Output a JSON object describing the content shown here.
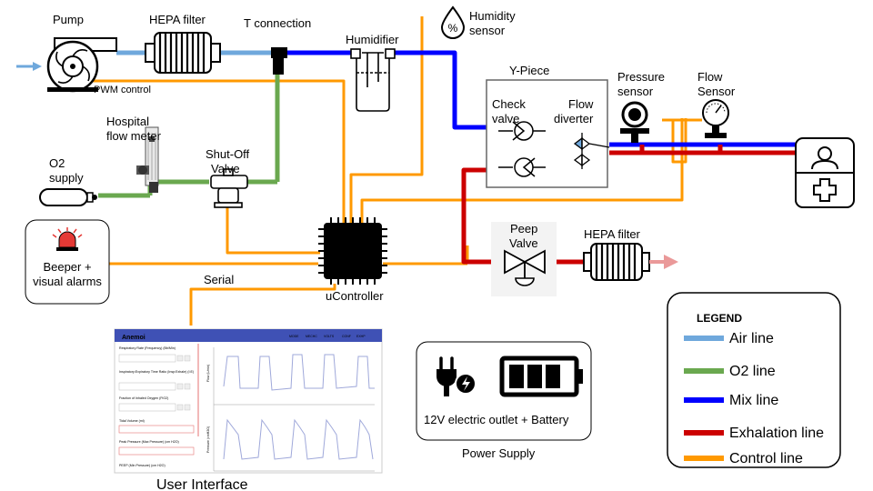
{
  "components": {
    "pump": "Pump",
    "pwm_control": "PWM control",
    "hepa_filter_in": "HEPA filter",
    "t_connection": "T connection",
    "humidifier": "Humidifier",
    "humidity_sensor": [
      "Humidity",
      "sensor"
    ],
    "y_piece": "Y-Piece",
    "check_valve": [
      "Check",
      "valve"
    ],
    "flow_diverter": [
      "Flow",
      "diverter"
    ],
    "pressure_sensor": [
      "Pressure",
      "sensor"
    ],
    "flow_sensor": [
      "Flow",
      "Sensor"
    ],
    "hospital_flow_meter": [
      "Hospital",
      "flow meter"
    ],
    "o2_supply": [
      "O2",
      "supply"
    ],
    "shutoff_valve": [
      "Shut-Off",
      "Valve"
    ],
    "beeper": [
      "Beeper +",
      "visual alarms"
    ],
    "ucontroller": "uController",
    "serial": "Serial",
    "peep_valve": [
      "Peep",
      "Valve"
    ],
    "hepa_filter_out": "HEPA filter",
    "user_interface": "User Interface",
    "power_text": "12V electric outlet + Battery",
    "power_supply": "Power Supply"
  },
  "legend": {
    "title": "LEGEND",
    "items": [
      {
        "label": "Air line",
        "color": "#6fa8dc"
      },
      {
        "label": "O2 line",
        "color": "#6aa84f"
      },
      {
        "label": "Mix line",
        "color": "#0000ff"
      },
      {
        "label": "Exhalation line",
        "color": "#cc0000"
      },
      {
        "label": "Control line",
        "color": "#ff9900"
      }
    ]
  },
  "ui_screenshot": {
    "app_title": "Anemoi",
    "nav_items": [
      "MODE",
      "MECHC",
      "VOLTS",
      "CONF",
      "EXHP"
    ],
    "fields": [
      "Respiratory Rate (Frequency) (Bb/Min)",
      "Inspiratory:Expiratory Time Ratio (Insp:Exhale) (I:E)",
      "Fraction of Inhaled Oxygen (FiO2)",
      "Tidal Volume (ml)",
      "Peak Pressure (Max Pressure) (cm H2O)",
      "PEEP (Min Pressure) (cm H2O)"
    ],
    "chart_labels": [
      "Flow (L/min)",
      "Pressure (cmH2O)"
    ]
  },
  "colors": {
    "air": "#6fa8dc",
    "o2": "#6aa84f",
    "mix": "#0000ff",
    "exhalation": "#cc0000",
    "control": "#ff9900"
  }
}
